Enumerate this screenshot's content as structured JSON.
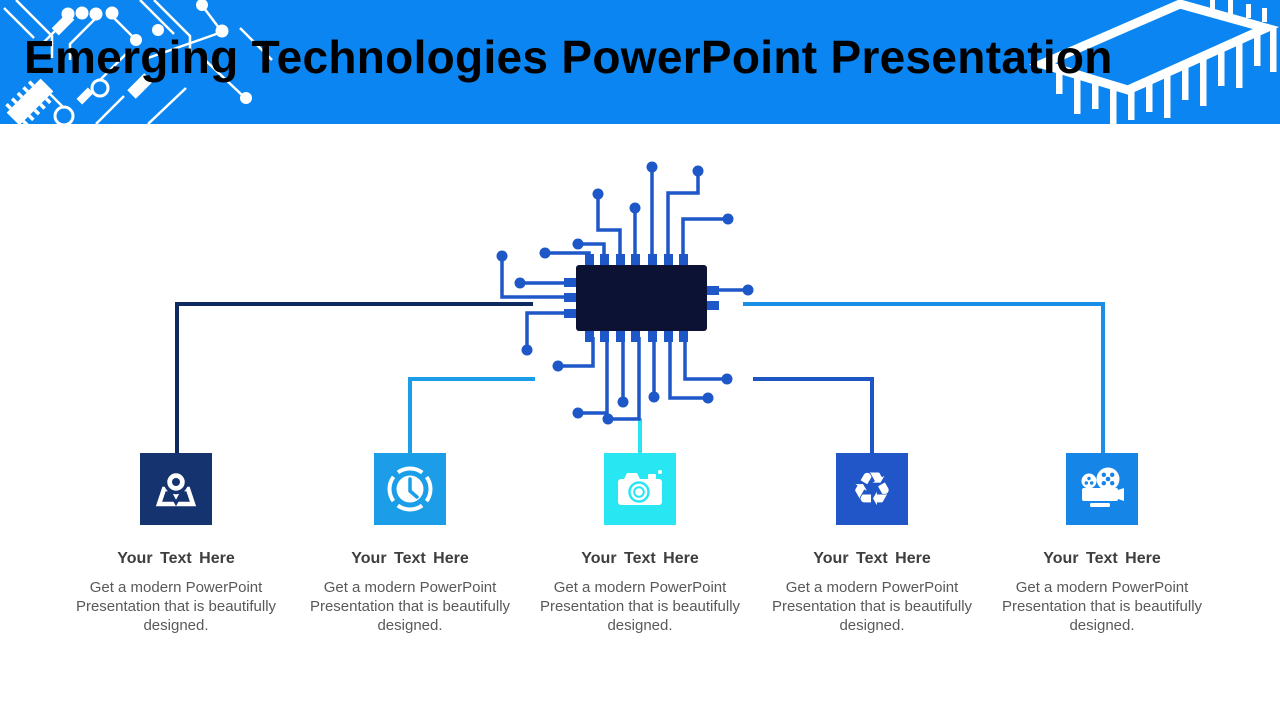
{
  "slide": {
    "title": "Emerging Technologies PowerPoint Presentation",
    "background": "#ffffff",
    "header": {
      "background": "#0a85f1",
      "title_color": "#000000",
      "decorations": [
        "circuit-traces-left",
        "dip-chip-right"
      ]
    },
    "diagram": {
      "type": "hub-spoke-circuit",
      "chip_body_color": "#0c1233",
      "trace_color": "#1d57c8"
    },
    "items": [
      {
        "icon": "map-pin-icon",
        "tile_color": "#15346f",
        "connector_color": "#0e2a5e",
        "heading": "Your Text Here",
        "body": "Get a modern PowerPoint Presentation that is beautifully designed."
      },
      {
        "icon": "clock-icon",
        "tile_color": "#1b9de8",
        "connector_color": "#1b9de8",
        "heading": "Your Text Here",
        "body": "Get a modern PowerPoint Presentation that is beautifully designed."
      },
      {
        "icon": "camera-icon",
        "tile_color": "#29e6f3",
        "connector_color": "#2be4f2",
        "heading": "Your Text Here",
        "body": "Get a modern PowerPoint Presentation that is beautifully designed."
      },
      {
        "icon": "recycle-icon",
        "glyph": "♻",
        "tile_color": "#2156c8",
        "connector_color": "#1d55c2",
        "heading": "Your Text Here",
        "body": "Get a modern PowerPoint Presentation that is beautifully designed."
      },
      {
        "icon": "film-projector-icon",
        "tile_color": "#1585e8",
        "connector_color": "#1b8ee8",
        "heading": "Your Text Here",
        "body": "Get a modern PowerPoint Presentation that is beautifully designed."
      }
    ],
    "text_colors": {
      "heading": "#3e3e3e",
      "body": "#595959"
    }
  }
}
